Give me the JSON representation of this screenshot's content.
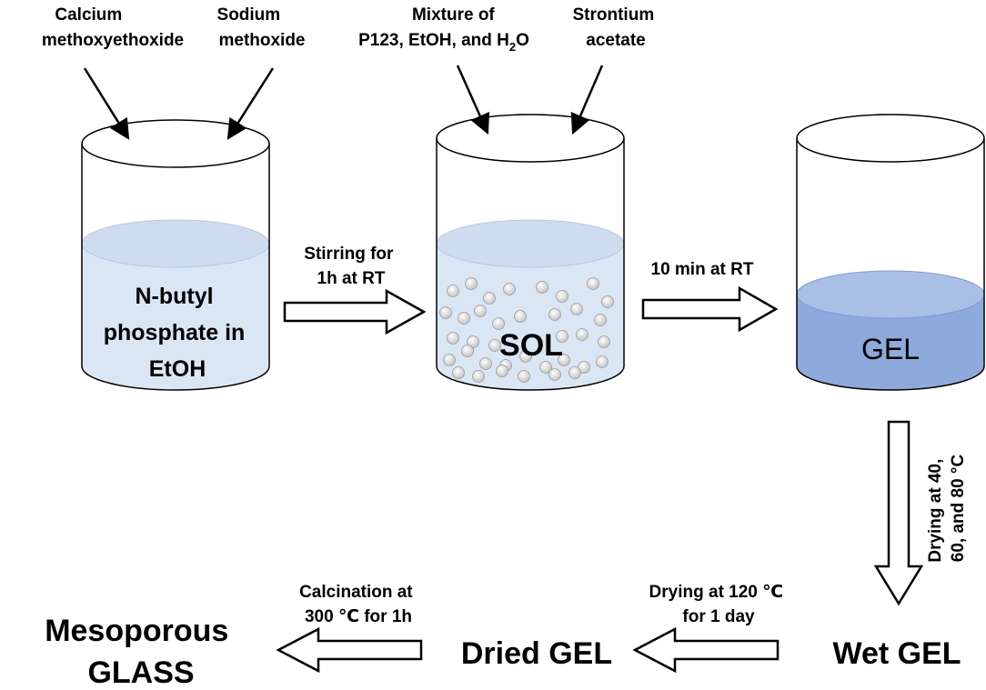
{
  "reagents": {
    "calcium": [
      "Calcium",
      "methoxyethoxide"
    ],
    "sodium": [
      "Sodium",
      "methoxide"
    ],
    "mixture_line1": "Mixture of",
    "mixture_line2_prefix": "P123, EtOH, and H",
    "mixture_line2_sub": "2",
    "mixture_line2_suffix": "O",
    "strontium": [
      "Strontium",
      "acetate"
    ]
  },
  "beakers": {
    "first": [
      "N-butyl",
      "phosphate in",
      "EtOH"
    ],
    "second": "SOL",
    "third": "GEL"
  },
  "steps": {
    "stirring": [
      "Stirring for",
      "1h at RT"
    ],
    "ten_min": "10 min at RT",
    "drying_temps": [
      "Drying at 40,",
      "60, and 80 °C"
    ],
    "drying_120": [
      "Drying at 120 ℃",
      "for 1 day"
    ],
    "calcination": [
      "Calcination at",
      "300 ℃ for 1h"
    ]
  },
  "products": {
    "wet_gel": "Wet GEL",
    "dried_gel": "Dried GEL",
    "mesoporous": [
      "Mesoporous",
      "GLASS"
    ]
  },
  "colors": {
    "liquid_light": "#dbe6f5",
    "liquid_surface": "#cfdcf0",
    "gel_body": "#8ea9db",
    "gel_surface": "#a9bfe6",
    "particle": "#d6d6d6"
  }
}
